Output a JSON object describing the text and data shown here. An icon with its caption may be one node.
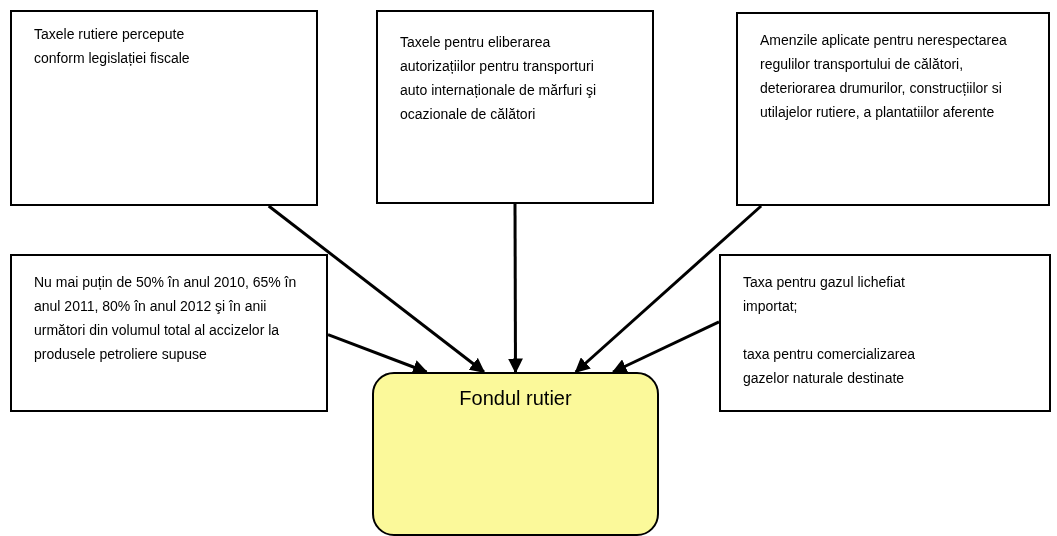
{
  "diagram": {
    "nodes": [
      {
        "text": [
          "Taxele rutiere percepute conform legislației fiscale"
        ]
      },
      {
        "text": [
          "Taxele pentru eliberarea autorizațiilor pentru transporturi auto internaționale de mărfuri şi ocazionale de călători"
        ]
      },
      {
        "text": [
          "Amenzile aplicate pentru nerespectarea regulilor transportului de călători, deteriorarea drumurilor, construcțiilor si utilajelor rutiere, a plantatiilor aferente"
        ]
      },
      {
        "text": [
          "Nu mai puțin de 50% în anul 2010, 65% în anul 2011, 80% în anul 2012 şi în anii următori din volumul total al accizelor la produsele petroliere supuse"
        ]
      },
      {
        "text": [
          "Taxa pentru gazul lichefiat importat;",
          "taxa pentru comercializarea gazelor naturale destinate"
        ]
      },
      {
        "text": [
          "Fondul rutier"
        ]
      }
    ],
    "edges": [
      {
        "from": 0,
        "to": 5,
        "arrow": "to"
      },
      {
        "from": 1,
        "to": 5,
        "arrow": "to"
      },
      {
        "from": 2,
        "to": 5,
        "arrow": "to"
      },
      {
        "from": 3,
        "to": 5,
        "arrow": "to"
      },
      {
        "from": 4,
        "to": 5,
        "arrow": "to"
      }
    ]
  }
}
